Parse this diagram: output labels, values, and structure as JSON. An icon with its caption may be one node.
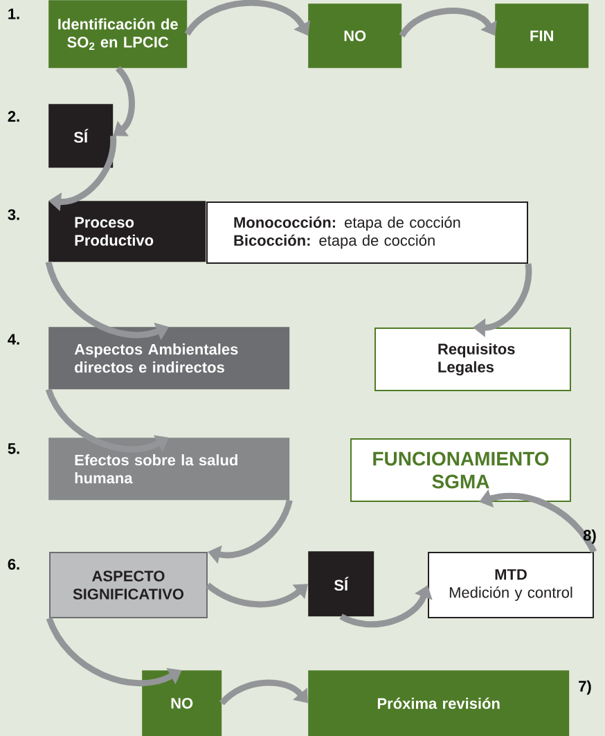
{
  "diagram": {
    "nodes": [
      {
        "text": [
          "Identificación de SO$_{2}$ en LPCIC"
        ]
      },
      {
        "text": [
          "NO"
        ]
      },
      {
        "text": [
          "FIN"
        ]
      },
      {
        "text": [
          "SÍ"
        ]
      },
      {
        "text": [
          "Proceso Productivo"
        ]
      },
      {
        "text": [
          "**Monococción:** etapa de cocción",
          "**Bicocción:** etapa de cocción"
        ]
      },
      {
        "text": [
          "Aspectos Ambientales directos e indirectos"
        ]
      },
      {
        "text": [
          "Requisitos Legales"
        ]
      },
      {
        "text": [
          "Efectos sobre la salud humana"
        ]
      },
      {
        "text": [
          "FUNCIONAMIENTO SGMA"
        ]
      },
      {
        "text": [
          "ASPECTO SIGNIFICATIVO"
        ]
      },
      {
        "text": [
          "SÍ"
        ]
      },
      {
        "text": [
          "MTD",
          "Medición y control"
        ]
      },
      {
        "text": [
          "NO"
        ]
      },
      {
        "text": [
          "Próxima revisión"
        ]
      }
    ],
    "edges": [
      {
        "from": 0,
        "to": 1,
        "arrow": "to"
      },
      {
        "from": 1,
        "to": 2,
        "arrow": "to"
      },
      {
        "from": 0,
        "to": 3,
        "arrow": "to"
      },
      {
        "from": 3,
        "to": 4,
        "arrow": "to"
      },
      {
        "from": 4,
        "to": 6,
        "arrow": "to"
      },
      {
        "from": 5,
        "to": 7,
        "arrow": "to"
      },
      {
        "from": 6,
        "to": 8,
        "arrow": "to"
      },
      {
        "from": 8,
        "to": 10,
        "arrow": "to"
      },
      {
        "from": 10,
        "to": 11,
        "arrow": "to"
      },
      {
        "from": 11,
        "to": 12,
        "arrow": "to"
      },
      {
        "from": 12,
        "to": 9,
        "arrow": "to"
      },
      {
        "from": 10,
        "to": 13,
        "arrow": "to"
      },
      {
        "from": 13,
        "to": 14,
        "arrow": "to"
      }
    ],
    "labels": [
      "1.",
      "2.",
      "3.",
      "4.",
      "5.",
      "8)",
      "6.",
      "7)"
    ]
  }
}
